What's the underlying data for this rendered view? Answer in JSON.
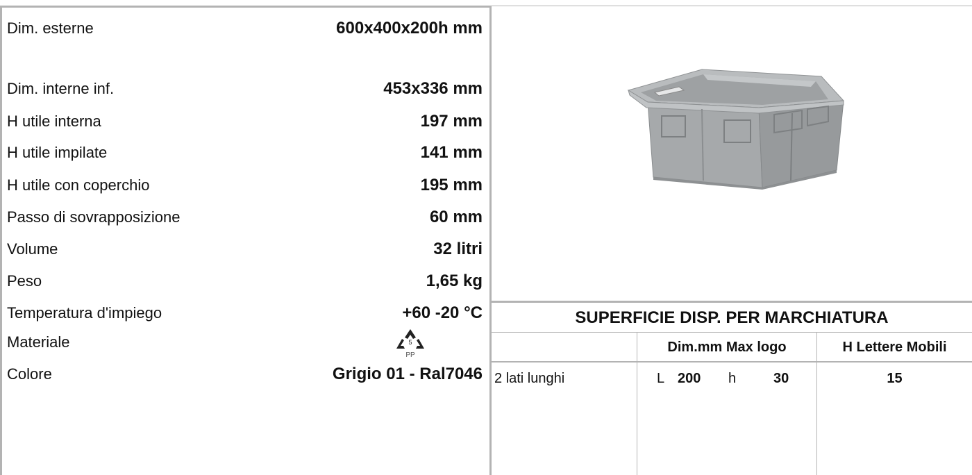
{
  "specs": [
    {
      "label": "Dim. esterne",
      "value": "600x400x200h mm"
    },
    {
      "label": "Dim. interne inf.",
      "value": "453x336 mm"
    },
    {
      "label": "H utile interna",
      "value": "197 mm"
    },
    {
      "label": "H utile impilate",
      "value": "141 mm"
    },
    {
      "label": "H utile con coperchio",
      "value": "195 mm"
    },
    {
      "label": "Passo di sovrapposizione",
      "value": "60 mm"
    },
    {
      "label": "Volume",
      "value": "32 litri"
    },
    {
      "label": "Peso",
      "value": "1,65 kg"
    },
    {
      "label": "Temperatura d'impiego",
      "value": "+60 -20 °C"
    },
    {
      "label": "Materiale",
      "value": ""
    },
    {
      "label": "Colore",
      "value": "Grigio 01 - Ral7046"
    }
  ],
  "material_icon": {
    "name": "recycle-pp-icon",
    "code": "5",
    "text": "PP"
  },
  "crate_color": "#a9acae",
  "marking": {
    "title": "SUPERFICIE DISP. PER MARCHIATURA",
    "col_dim": "Dim.mm Max logo",
    "col_letters": "H Lettere Mobili",
    "rows": [
      {
        "side": "2 lati lunghi",
        "l_label": "L",
        "l_value": "200",
        "h_label": "h",
        "h_value": "30",
        "letters": "15"
      }
    ]
  }
}
